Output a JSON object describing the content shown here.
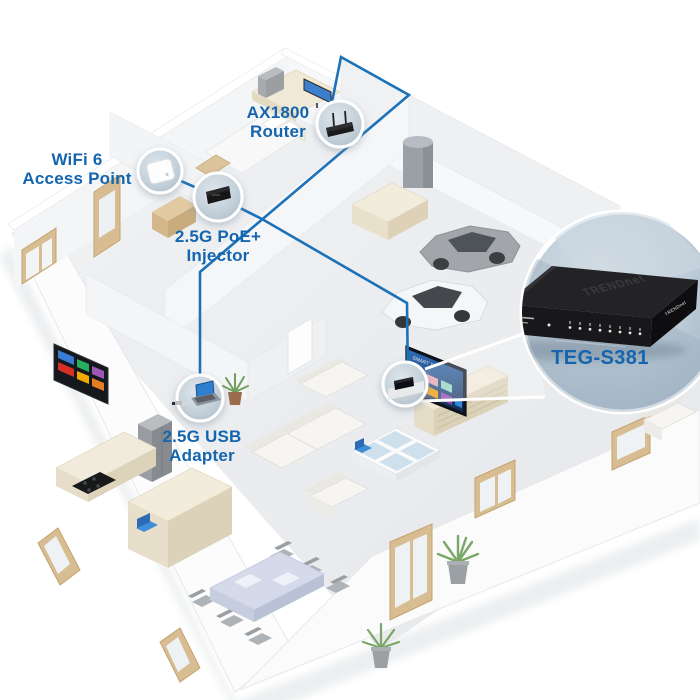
{
  "callouts": {
    "router": {
      "label": "AX1800\nRouter"
    },
    "access_point": {
      "label": "WiFi 6\nAccess Point"
    },
    "poe_injector": {
      "label": "2.5G PoE+\nInjector"
    },
    "usb_adapter": {
      "label": "2.5G USB\nAdapter"
    },
    "switch": {
      "label": "TEG-S381",
      "brand_top": "TRENDnet",
      "brand_side": "TRENDnet"
    }
  },
  "scene": {
    "tv_brand": "SMART TV"
  },
  "colors": {
    "label_blue": "#1565ae",
    "cable_blue": "#1c72b8",
    "callout_ring": "#ffffff",
    "callout_fill": "#c5d1da",
    "switch_body": "#1d1d1f"
  }
}
